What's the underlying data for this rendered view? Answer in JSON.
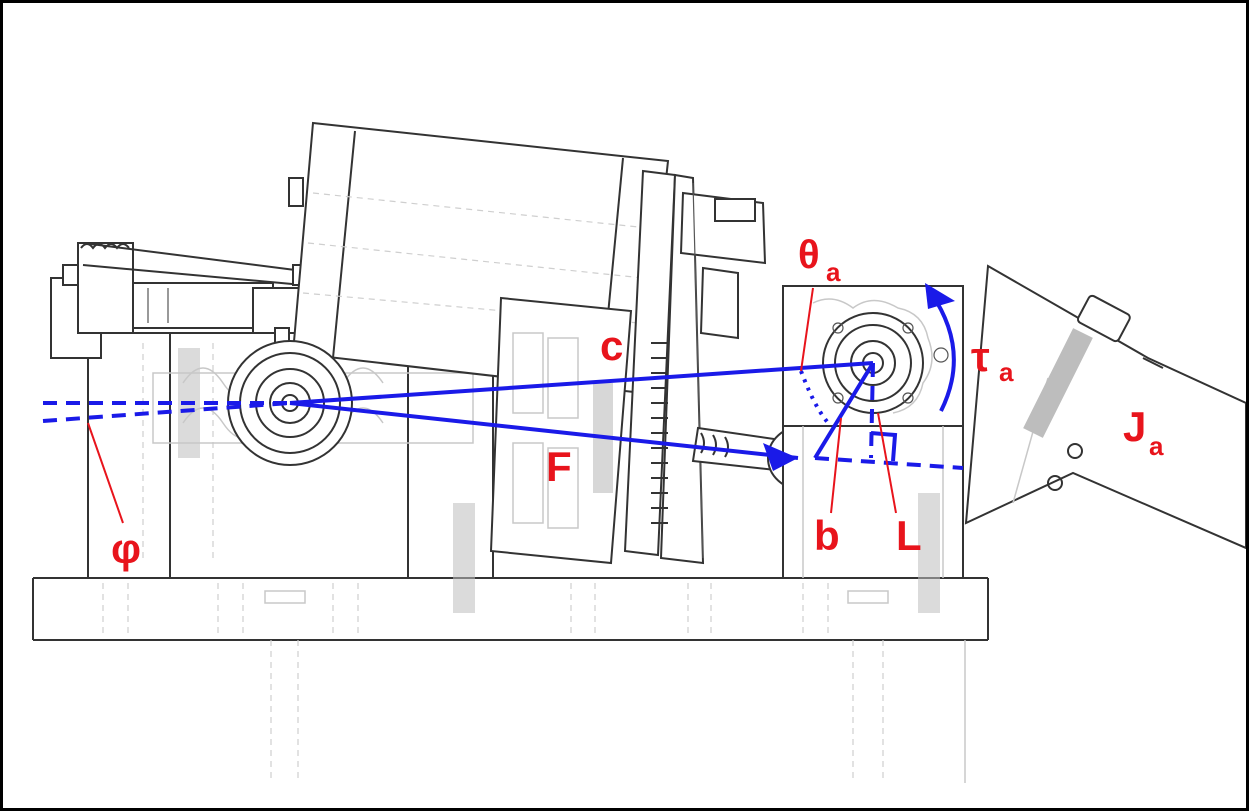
{
  "labels": {
    "theta": "θ",
    "theta_sub": "a",
    "c": "c",
    "tau": "τ",
    "tau_sub": "a",
    "J": "J",
    "J_sub": "a",
    "F": "F",
    "b": "b",
    "L": "L",
    "phi": "φ"
  },
  "colors": {
    "label": "#e8141c",
    "overlay": "#1a1ae8",
    "drawing": "#333333",
    "frame": "#000000"
  }
}
